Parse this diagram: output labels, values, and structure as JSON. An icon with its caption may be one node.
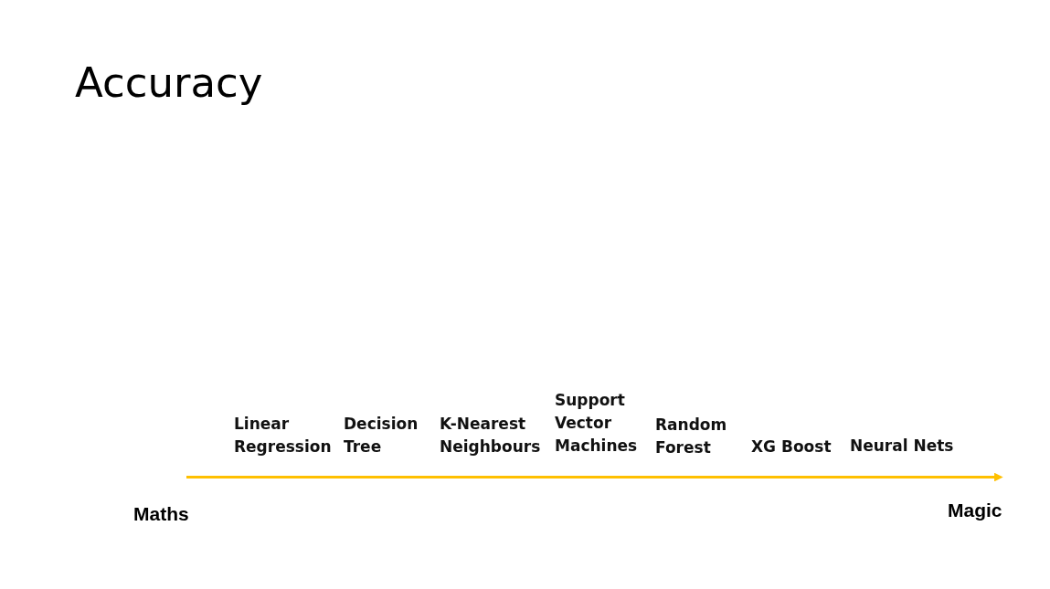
{
  "diagram": {
    "title": "Accuracy",
    "labels": [
      "Linear Regression",
      "Decision Tree",
      "K-Nearest Neighbours",
      "Support Vector Machines",
      "Random Forest",
      "XG Boost",
      "Neural Nets",
      "Maths",
      "Magic"
    ]
  }
}
